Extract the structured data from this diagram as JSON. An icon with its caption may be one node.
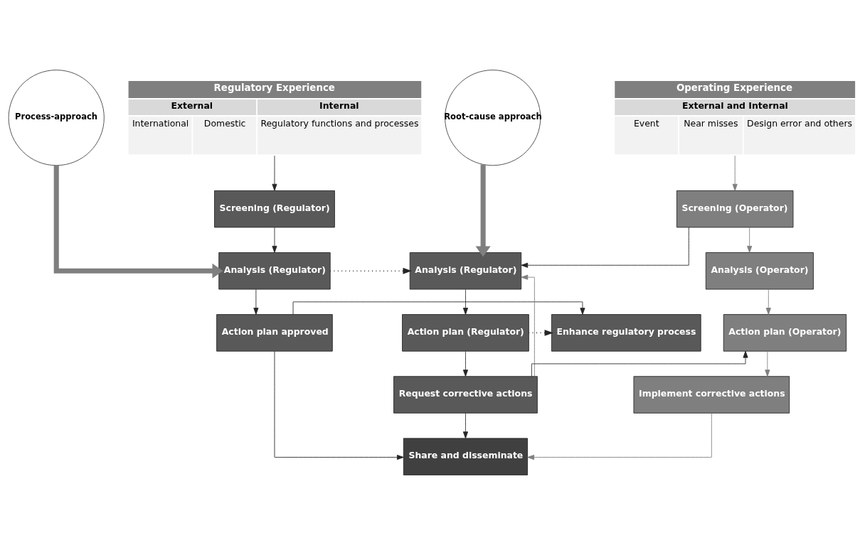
{
  "diagram": {
    "nodes": [
      {
        "text": [
          "Regulatory Experience",
          "External",
          "Internal",
          "International",
          "Domestic",
          "Regulatory functions and processes"
        ]
      },
      {
        "text": [
          "Operating Experience",
          "External and Internal",
          "Event",
          "Near misses",
          "Design error and others"
        ]
      },
      {
        "text": [
          "Screening (Regulator)"
        ]
      },
      {
        "text": [
          "Process-approach"
        ]
      },
      {
        "text": [
          "Root-cause approach"
        ]
      },
      {
        "text": [
          "Screening (Operator)"
        ]
      },
      {
        "text": [
          "Analysis (Regulator)"
        ]
      },
      {
        "text": [
          "Analysis (Regulator)"
        ]
      },
      {
        "text": [
          "Analysis (Operator)"
        ]
      },
      {
        "text": [
          "Action plan approved"
        ]
      },
      {
        "text": [
          "Enhance regulatory process"
        ]
      },
      {
        "text": [
          "Action plan (Regulator)"
        ]
      },
      {
        "text": [
          "Action plan (Operator)"
        ]
      },
      {
        "text": [
          "Request corrective actions"
        ]
      },
      {
        "text": [
          "Implement corrective actions"
        ]
      },
      {
        "text": [
          "Share and disseminate"
        ]
      }
    ],
    "edges": [
      {
        "from": 0,
        "to": 2,
        "arrow": "to"
      },
      {
        "from": 2,
        "to": 6,
        "arrow": "to"
      },
      {
        "from": 3,
        "to": 6,
        "arrow": "to",
        "style": "thick",
        "color": "#7f7f7f"
      },
      {
        "from": 4,
        "to": 7,
        "arrow": "to",
        "style": "thick",
        "color": "#7f7f7f"
      },
      {
        "from": 1,
        "to": 5,
        "arrow": "to",
        "color": "#7f7f7f"
      },
      {
        "from": 5,
        "to": 7,
        "arrow": "to"
      },
      {
        "from": 5,
        "to": 8,
        "arrow": "to",
        "color": "#7f7f7f"
      },
      {
        "from": 6,
        "to": 7,
        "arrow": "to",
        "style": "dashed"
      },
      {
        "from": 6,
        "to": 9,
        "arrow": "to"
      },
      {
        "from": 7,
        "to": 11,
        "arrow": "to"
      },
      {
        "from": 8,
        "to": 12,
        "arrow": "to",
        "color": "#7f7f7f"
      },
      {
        "from": 9,
        "to": 10,
        "arrow": "to"
      },
      {
        "from": 11,
        "to": 10,
        "arrow": "to",
        "style": "dashed"
      },
      {
        "from": 11,
        "to": 13,
        "arrow": "to"
      },
      {
        "from": 13,
        "to": 7,
        "arrow": "to",
        "color": "#7f7f7f"
      },
      {
        "from": 13,
        "to": 12,
        "arrow": "to"
      },
      {
        "from": 12,
        "to": 14,
        "arrow": "to",
        "color": "#7f7f7f"
      },
      {
        "from": 9,
        "to": 15,
        "arrow": "to"
      },
      {
        "from": 13,
        "to": 15,
        "arrow": "to"
      },
      {
        "from": 14,
        "to": 15,
        "arrow": "to",
        "color": "#7f7f7f"
      }
    ]
  }
}
